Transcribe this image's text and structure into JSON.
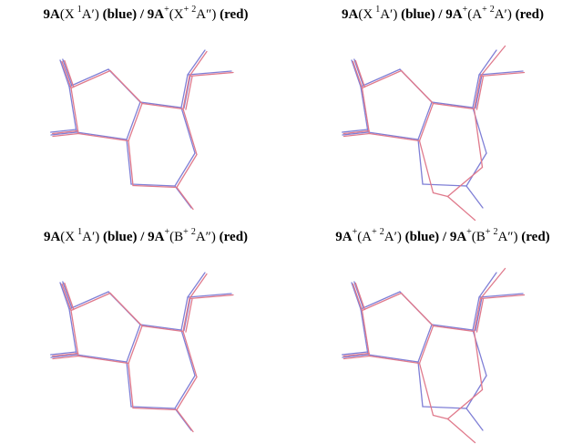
{
  "colors": {
    "blue_structure": "#7f7fd6",
    "red_structure": "#e07a8c"
  },
  "panels": [
    {
      "mol1": "9A",
      "sup1": "",
      "state1": "X",
      "mult1": "1",
      "sym1": "A′",
      "color1": "(blue)",
      "sep": "/",
      "mol2": "9A",
      "sup2": "+",
      "state2": "X",
      "sup2b": "+",
      "mult2": "2",
      "sym2": "A″",
      "color2": "(red)",
      "variant": "near-identical"
    },
    {
      "mol1": "9A",
      "sup1": "",
      "state1": "X",
      "mult1": "1",
      "sym1": "A′",
      "color1": "(blue)",
      "sep": "/",
      "mol2": "9A",
      "sup2": "+",
      "state2": "A",
      "sup2b": "+",
      "mult2": "2",
      "sym2": "A′",
      "color2": "(red)",
      "variant": "distorted"
    },
    {
      "mol1": "9A",
      "sup1": "",
      "state1": "X",
      "mult1": "1",
      "sym1": "A′",
      "color1": "(blue)",
      "sep": "/",
      "mol2": "9A",
      "sup2": "+",
      "state2": "B",
      "sup2b": "+",
      "mult2": "2",
      "sym2": "A″",
      "color2": "(red)",
      "variant": "near-identical"
    },
    {
      "mol1": "9A",
      "sup1": "+",
      "state1": "A",
      "sup1b": "+",
      "mult1": "2",
      "sym1": "A′",
      "color1": "(blue)",
      "sep": "/",
      "mol2": "9A",
      "sup2": "+",
      "state2": "B",
      "sup2b": "+",
      "mult2": "2",
      "sym2": "A″",
      "color2": "(red)",
      "variant": "distorted"
    }
  ]
}
